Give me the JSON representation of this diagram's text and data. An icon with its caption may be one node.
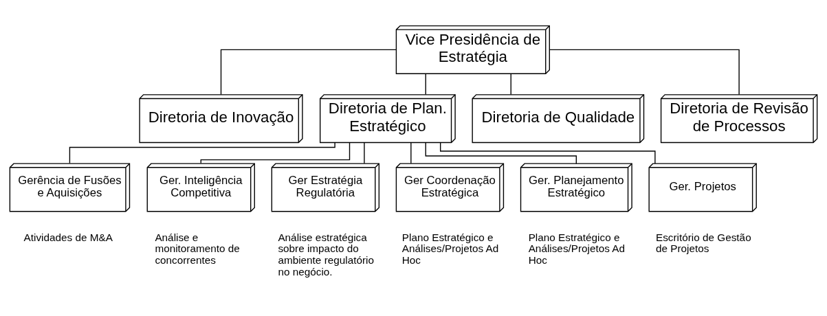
{
  "diagram": {
    "nodes": [
      {
        "text": [
          "Vice Presidência de Estratégia"
        ]
      },
      {
        "text": [
          "Diretoria de Inovação"
        ]
      },
      {
        "text": [
          "Diretoria de Plan. Estratégico"
        ]
      },
      {
        "text": [
          "Diretoria de Qualidade"
        ]
      },
      {
        "text": [
          "Diretoria de Revisão de Processos"
        ]
      },
      {
        "text": [
          "Gerência de Fusões e Aquisições"
        ],
        "beside": [
          "Atividades de M&A"
        ]
      },
      {
        "text": [
          "Ger. Inteligência Competitiva"
        ],
        "beside": [
          "Análise e monitoramento de concorrentes"
        ]
      },
      {
        "text": [
          "Ger Estratégia Regulatória"
        ],
        "beside": [
          "Análise estratégica sobre impacto do ambiente regulatório no negócio."
        ]
      },
      {
        "text": [
          "Ger Coordenação Estratégica"
        ],
        "beside": [
          "Plano Estratégico e Análises/Projetos Ad Hoc"
        ]
      },
      {
        "text": [
          "Ger. Planejamento Estratégico"
        ],
        "beside": [
          "Plano Estratégico e Análises/Projetos Ad Hoc"
        ]
      },
      {
        "text": [
          "Ger. Projetos"
        ],
        "beside": [
          "Escritório de Gestão de Projetos"
        ]
      }
    ],
    "edges": [
      {
        "from": 0,
        "to": 1,
        "arrow": "none"
      },
      {
        "from": 0,
        "to": 2,
        "arrow": "none"
      },
      {
        "from": 0,
        "to": 3,
        "arrow": "none"
      },
      {
        "from": 0,
        "to": 4,
        "arrow": "none"
      },
      {
        "from": 2,
        "to": 5,
        "arrow": "none"
      },
      {
        "from": 2,
        "to": 6,
        "arrow": "none"
      },
      {
        "from": 2,
        "to": 7,
        "arrow": "none"
      },
      {
        "from": 2,
        "to": 8,
        "arrow": "none"
      },
      {
        "from": 2,
        "to": 9,
        "arrow": "none"
      },
      {
        "from": 2,
        "to": 10,
        "arrow": "none"
      }
    ]
  }
}
